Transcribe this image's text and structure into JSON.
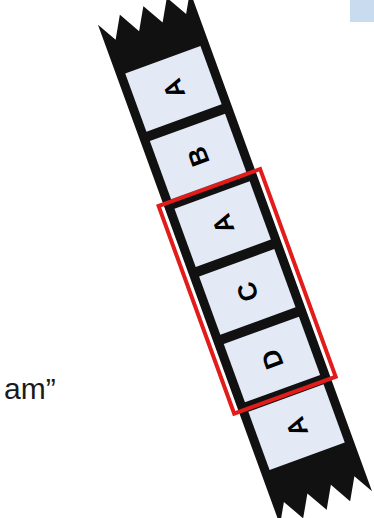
{
  "diagram": {
    "nodes": [
      {
        "text": [
          "A"
        ]
      },
      {
        "text": [
          "B"
        ]
      },
      {
        "text": [
          "A"
        ]
      },
      {
        "text": [
          "C"
        ]
      },
      {
        "text": [
          "D"
        ]
      },
      {
        "text": [
          "A"
        ]
      }
    ],
    "labels": [
      "am”"
    ]
  }
}
